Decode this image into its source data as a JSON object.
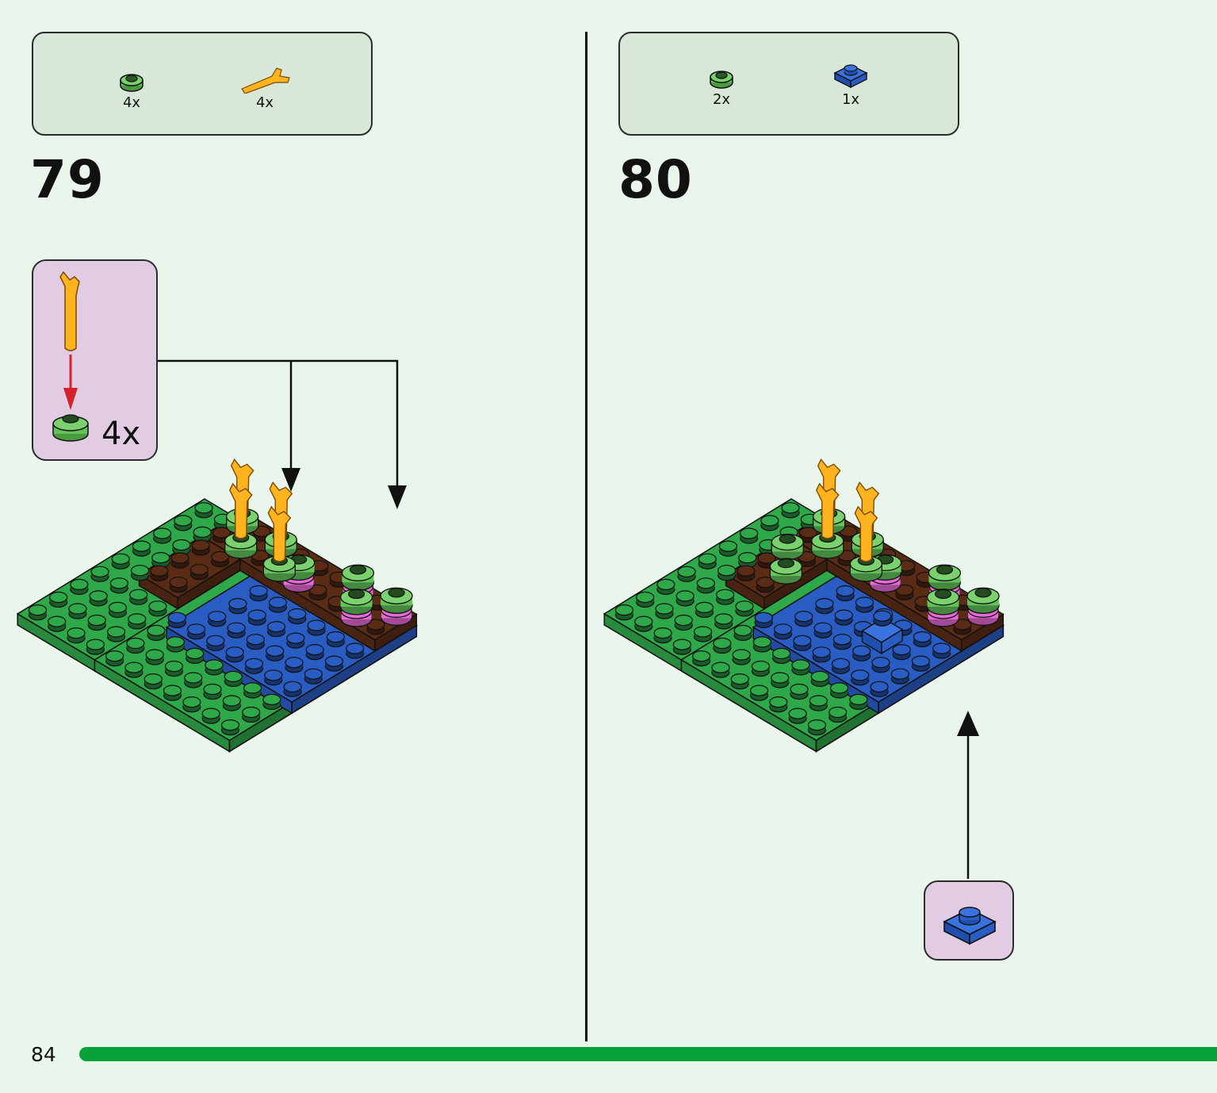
{
  "page_number": "84",
  "colors": {
    "background": "#eaf6ec",
    "parts_box": "#d9e7d9",
    "callout": "#e2cce4",
    "progress": "#09a23a",
    "green_plate": "#2fa84a",
    "blue_plate": "#2a5dc4",
    "brown_plate": "#5a2c16",
    "bright_green_round": "#63c25a",
    "pink_round": "#e66ad6",
    "yellow_stem": "#ffb41f",
    "guide_arrow_red": "#d4222a"
  },
  "steps": [
    {
      "number": "79",
      "parts": [
        {
          "icon": "green-round-plate-icon",
          "qty": "4x"
        },
        {
          "icon": "yellow-plant-stem-icon",
          "qty": "4x"
        }
      ],
      "callout_qty": "4x"
    },
    {
      "number": "80",
      "parts": [
        {
          "icon": "green-round-plate-icon",
          "qty": "2x"
        },
        {
          "icon": "blue-1x1-plate-icon",
          "qty": "1x"
        }
      ]
    }
  ],
  "progress_fraction": 1.0
}
